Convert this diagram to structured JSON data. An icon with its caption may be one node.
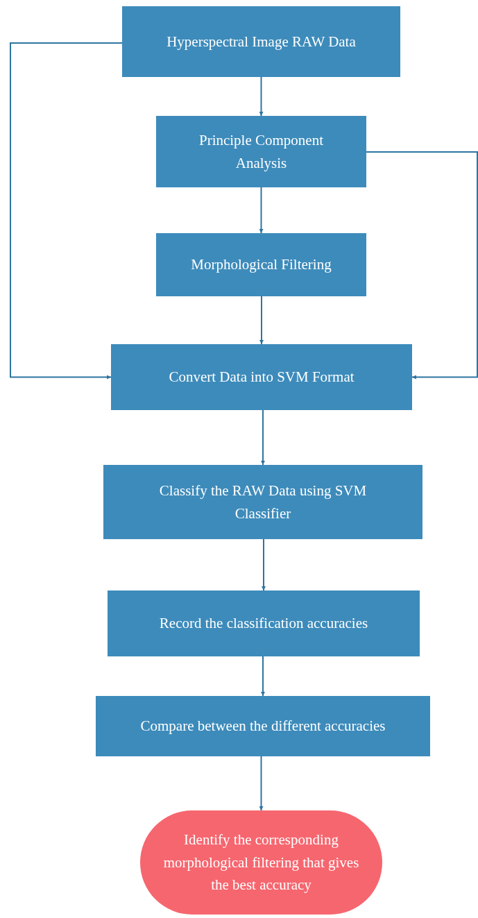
{
  "diagram": {
    "nodes": [
      {
        "text": [
          "Hyperspectral Image RAW Data"
        ]
      },
      {
        "text": [
          "Principle Component Analysis"
        ]
      },
      {
        "text": [
          "Morphological Filtering"
        ]
      },
      {
        "text": [
          "Convert Data into SVM Format"
        ]
      },
      {
        "text": [
          "Classify the RAW Data using SVM Classifier"
        ]
      },
      {
        "text": [
          "Record the classification accuracies"
        ]
      },
      {
        "text": [
          "Compare between the different accuracies"
        ]
      },
      {
        "text": [
          "Identify the corresponding morphological filtering that gives the best accuracy"
        ]
      }
    ],
    "edges": [
      {
        "from": 0,
        "to": 1,
        "arrow": "to"
      },
      {
        "from": 1,
        "to": 2,
        "arrow": "to"
      },
      {
        "from": 2,
        "to": 3,
        "arrow": "to"
      },
      {
        "from": 0,
        "to": 3,
        "arrow": "to"
      },
      {
        "from": 1,
        "to": 3,
        "arrow": "to"
      },
      {
        "from": 3,
        "to": 4,
        "arrow": "to"
      },
      {
        "from": 4,
        "to": 5,
        "arrow": "to"
      },
      {
        "from": 5,
        "to": 6,
        "arrow": "to"
      },
      {
        "from": 6,
        "to": 7,
        "arrow": "to"
      }
    ]
  }
}
